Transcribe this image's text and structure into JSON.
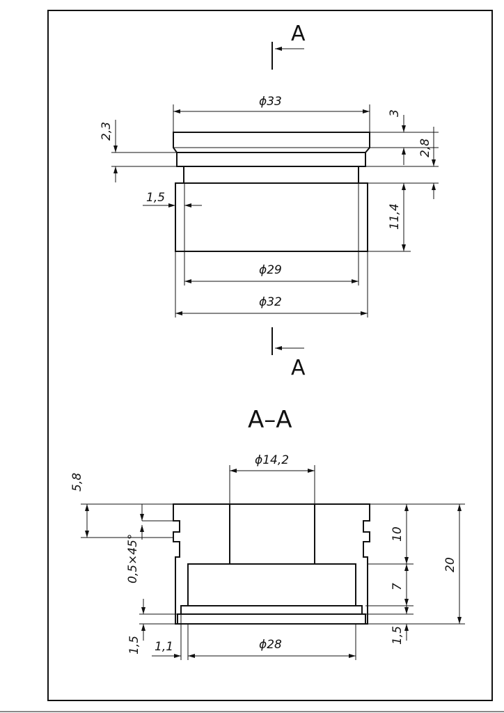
{
  "section_marks": {
    "top_letter": "A",
    "bottom_letter": "A",
    "section_title": "A–A"
  },
  "top_view_dims": {
    "d33": "ϕ33",
    "d29": "ϕ29",
    "d32": "ϕ32",
    "h3": "3",
    "h23": "2,3",
    "h28": "2,8",
    "w15": "1,5",
    "h114": "11,4"
  },
  "section_dims": {
    "d142": "ϕ14,2",
    "d28": "ϕ28",
    "h58": "5,8",
    "chamfer": "0,5×45°",
    "h10": "10",
    "h7": "7",
    "h20": "20",
    "h15_left": "1,5",
    "h15_right": "1,5",
    "w11": "1,1"
  },
  "colors": {
    "line": "#111111",
    "paper": "#ffffff"
  }
}
